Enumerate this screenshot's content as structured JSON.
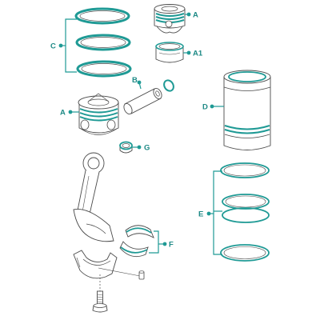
{
  "diagram": {
    "accent_color": "#1f9a95",
    "line_color": "#4a4a4a",
    "callouts": {
      "a": "A",
      "a1": "A1",
      "a2": "A",
      "b": "B",
      "c": "C",
      "d": "D",
      "e": "E",
      "f": "F",
      "g": "G"
    }
  }
}
